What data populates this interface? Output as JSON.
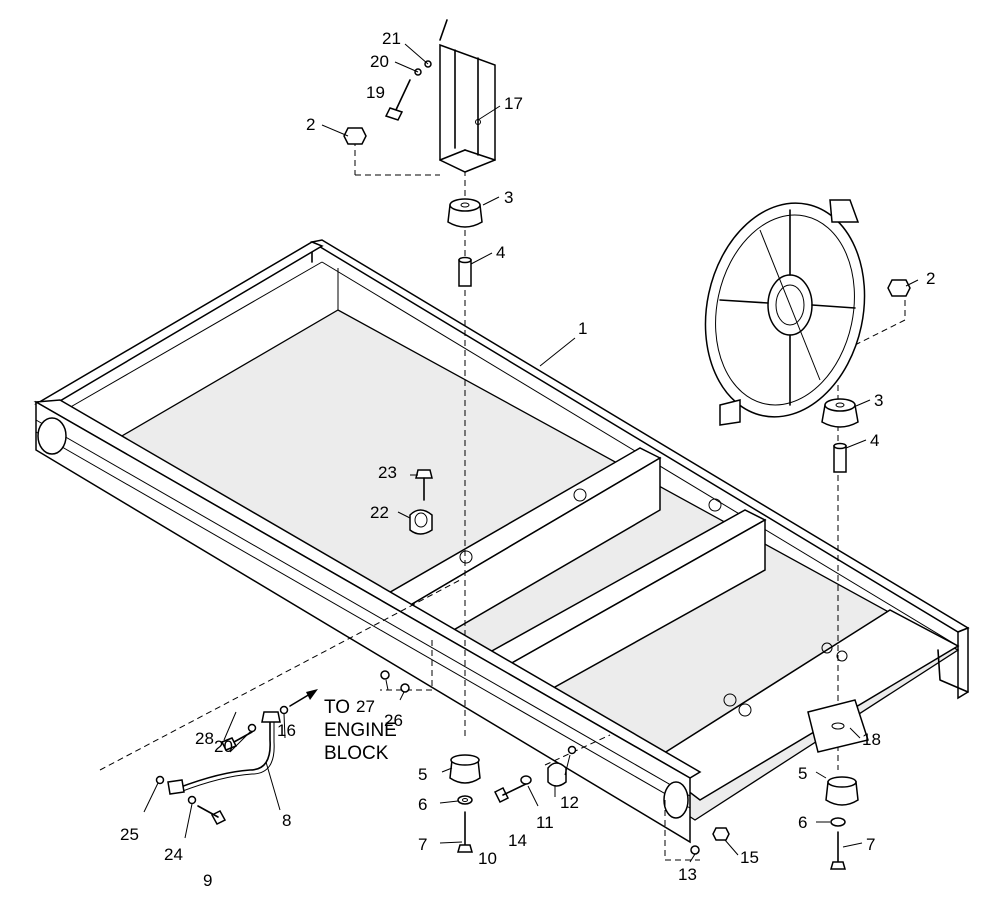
{
  "callouts": {
    "c1": "1",
    "c2a": "2",
    "c2b": "2",
    "c3a": "3",
    "c3b": "3",
    "c4a": "4",
    "c4b": "4",
    "c5a": "5",
    "c5b": "5",
    "c6a": "6",
    "c6b": "6",
    "c7a": "7",
    "c7b": "7",
    "c8": "8",
    "c9": "9",
    "c10": "10",
    "c11": "11",
    "c12": "12",
    "c13": "13",
    "c14": "14",
    "c15": "15",
    "c16": "16",
    "c17": "17",
    "c18": "18",
    "c19": "19",
    "c20a": "20",
    "c20b": "20",
    "c21": "21",
    "c22": "22",
    "c23": "23",
    "c24": "24",
    "c25": "25",
    "c26": "26",
    "c27": "27",
    "c28": "28"
  },
  "note": {
    "line1": "TO",
    "line2": "ENGINE",
    "line3": "BLOCK"
  }
}
